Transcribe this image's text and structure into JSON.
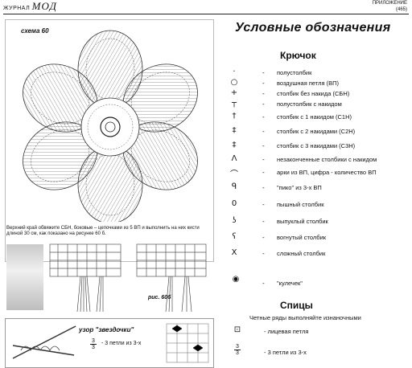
{
  "header": {
    "magazine_small": "ЖУРНАЛ",
    "magazine_logo": "МОД",
    "section": "ПРИЛОЖЕНИЕ",
    "page_number": "(465)"
  },
  "diagram": {
    "schema_label": "схема 60",
    "caption": "Верхний край обвяжите СБН, боковые – цепочками из 5 ВП и выполнить на них кисти длиной 30 см, как показано на рисунке 60 б.",
    "fig_label": "рис. 60б"
  },
  "legend": {
    "title": "Условные обозначения",
    "crochet_title": "Крючок",
    "crochet_items": [
      {
        "icon": "semi-stitch-icon",
        "glyph": "·",
        "text": "полустолбик"
      },
      {
        "icon": "chain-loop-icon",
        "glyph": "○",
        "text": "воздушная петля (ВП)"
      },
      {
        "icon": "single-crochet-icon",
        "glyph": "+",
        "text": "столбик без накида (СБН)"
      },
      {
        "icon": "half-double-icon",
        "glyph": "┬",
        "text": "полустолбик с накидом"
      },
      {
        "icon": "double-crochet-icon",
        "glyph": "†",
        "text": "столбик с 1 накидом (С1Н)"
      },
      {
        "icon": "treble-crochet-icon",
        "glyph": "‡",
        "text": "столбик с 2 накидами (С2Н)"
      },
      {
        "icon": "triple-treble-icon",
        "glyph": "‡",
        "text": "столбик с 3 накидами (С3Н)"
      },
      {
        "icon": "unfinished-stitches-icon",
        "glyph": "Λ",
        "text": "незаконченные столбики с накидом"
      },
      {
        "icon": "chain-arch-icon",
        "glyph": "⌒",
        "text": "арки из ВП, цифра - количество ВП"
      },
      {
        "icon": "picot-icon",
        "glyph": "ᑫ",
        "text": "\"пико\" из 3-х ВП"
      },
      {
        "icon": "puff-stitch-icon",
        "glyph": "0",
        "text": "пышный столбик"
      },
      {
        "icon": "front-post-icon",
        "glyph": "ʖ",
        "text": "выпуклый столбик"
      },
      {
        "icon": "back-post-icon",
        "glyph": "ʕ",
        "text": "вогнутый столбик"
      },
      {
        "icon": "cross-stitch-icon",
        "glyph": "X",
        "text": "сложный столбик"
      }
    ],
    "bobble": {
      "icon": "bobble-icon",
      "glyph": "◉",
      "text": "\"кулечек\""
    },
    "knitting_title": "Спицы",
    "knitting_note": "Четные ряды выполняйте изнаночными",
    "knitting_items": [
      {
        "icon": "knit-stitch-icon",
        "glyph": "⊡",
        "text": "- лицевая петля"
      },
      {
        "icon": "three-from-three-icon",
        "glyph": "3/3",
        "text": "- 3 петли из 3-х"
      }
    ]
  },
  "pattern": {
    "title": "узор \"звездочки\"",
    "frac_top": "3",
    "frac_bottom": "3",
    "desc": "- 3 петли из 3-х"
  }
}
